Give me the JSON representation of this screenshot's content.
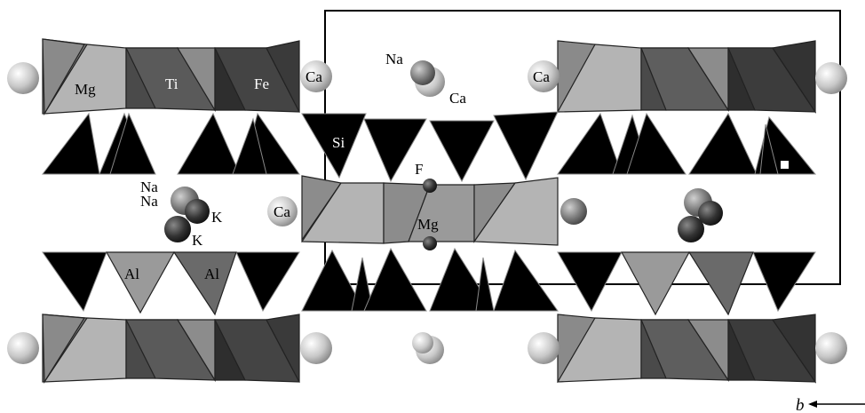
{
  "figure": {
    "labels": {
      "na1": "Na",
      "ca1": "Ca",
      "ca_left": "Ca",
      "ca_right": "Ca",
      "mg_top": "Mg",
      "ti": "Ti",
      "fe": "Fe",
      "si": "Si",
      "f": "F",
      "mg_mid": "Mg",
      "ca_mid": "Ca",
      "na_a": "Na",
      "na_b": "Na",
      "k_a": "K",
      "k_b": "K",
      "al1": "Al",
      "al2": "Al",
      "axis_b": "b"
    },
    "colors": {
      "tetrahedron": "#000000",
      "octa_light": "#b4b4b4",
      "octa_mid": "#8c8c8c",
      "octa_dark": "#4a4a4a",
      "octa_darker": "#2e2e2e",
      "atom_light": "#dcdcdc",
      "atom_dark": "#333333"
    }
  }
}
